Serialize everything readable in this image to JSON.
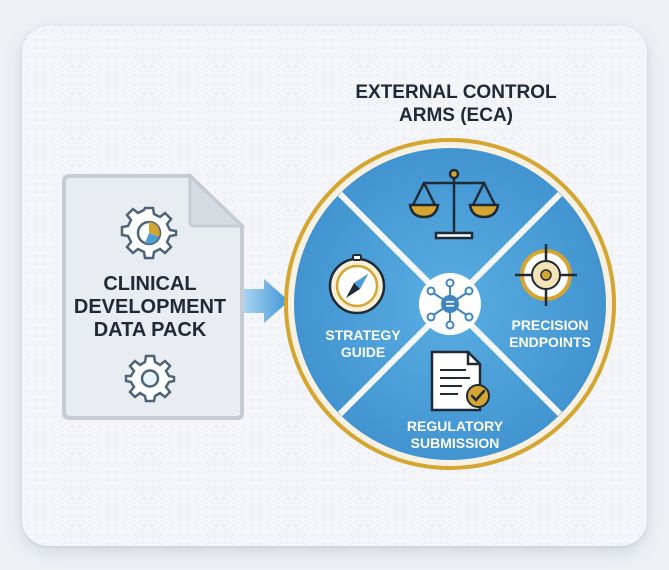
{
  "title": {
    "line1": "EXTERNAL CONTROL",
    "line2": "ARMS (ECA)"
  },
  "document": {
    "line1": "CLINICAL",
    "line2": "DEVELOPMENT",
    "line3": "DATA PACK"
  },
  "segments": {
    "left": {
      "line1": "STRATEGY",
      "line2": "GUIDE"
    },
    "right": {
      "line1": "PRECISION",
      "line2": "ENDPOINTS"
    },
    "bottom": {
      "line1": "REGULATORY",
      "line2": "SUBMISSION"
    }
  },
  "colors": {
    "circle_blue": "#4b9fd6",
    "circle_blue_dark": "#2f7fc0",
    "gold": "#d4a531",
    "text_dark": "#1f2a36",
    "text_light": "#ffffff",
    "doc_fill": "#e9ecf0",
    "arrow_blue": "#4a9fd8"
  },
  "icons": [
    "scales-icon",
    "compass-icon",
    "target-icon",
    "document-check-icon",
    "network-hub-icon",
    "gear-icon"
  ]
}
